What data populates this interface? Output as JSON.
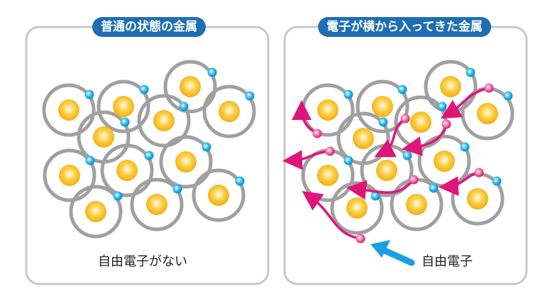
{
  "left_panel": {
    "title": "普通の状態の金属",
    "caption": "自由電子がない"
  },
  "right_panel": {
    "title": "電子が横から入ってきた金属",
    "caption": "自由電子"
  },
  "colors": {
    "title_bg": "#1f6eb4",
    "ring": "#a0a0a0",
    "nucleus": "#f5b81c",
    "bound_electron": "#1fb0e6",
    "free_electron": "#e0157a",
    "arrow": "#1a9fe0"
  }
}
